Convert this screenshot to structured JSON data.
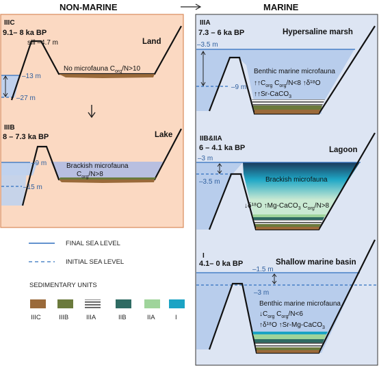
{
  "headers": {
    "left": "NON-MARINE",
    "right": "MARINE"
  },
  "colors": {
    "nonmarine_bg": "#fbd9c2",
    "marine_bg": "#dde5f3",
    "water": "#b8cdec",
    "final_line": "#2e6fbe",
    "unit_IIIC": "#9a6a3a",
    "unit_IIB": "#6b7a3c",
    "unit_IIA": "#9fd49b",
    "unit_IIB_dark": "#2f6b63",
    "unit_I": "#1ba3c4"
  },
  "panel_IIIC": {
    "stage": "IIIC",
    "age": "9.1– 8 ka BP",
    "sill": "sill –4.7 m",
    "title": "Land",
    "fauna": "No microfauna C",
    "fauna_sub": "org",
    "fauna_tail": "/N>10",
    "depth_final": "–13 m",
    "depth_initial": "–27 m"
  },
  "panel_IIB": {
    "stage": "IIIB",
    "age": "8 – 7.3 ka BP",
    "title": "Lake",
    "fauna": "Brackish microfauna",
    "ratio": "C",
    "ratio_sub": "org",
    "ratio_tail": "/N>8",
    "depth_final": "–9 m",
    "depth_initial": "–15 m"
  },
  "panel_IIIA": {
    "stage": "IIIA",
    "age": "7.3 – 6 ka BP",
    "title": "Hypersaline marsh",
    "fauna": "Benthic marine microfauna",
    "line1": "↑↑C",
    "line1_sub": "org",
    "line1_mid": "  C",
    "line1_sub2": "org",
    "line1_tail": "/N<8  ↑δ¹⁸O",
    "line2": "↑↑Sr-CaCO",
    "line2_sub": "3",
    "depth_final": "–3.5 m",
    "depth_initial": "–9 m"
  },
  "panel_IIA": {
    "stage": "IIB&IIA",
    "age": "6 – 4.1 ka BP",
    "title": "Lagoon",
    "fauna": "Brackish microfauna",
    "line1": "↓δ¹⁸O ↑Mg-CaCO",
    "line1_sub": "3",
    "line1_tail": " C",
    "line1_sub2": "org",
    "line1_tail2": "/N>8",
    "depth_final": "–3 m",
    "depth_initial": "–3.5 m"
  },
  "panel_I": {
    "stage": "I",
    "age": "4.1– 0 ka BP",
    "title": "Shallow marine basin",
    "fauna": "Benthic marine microfauna",
    "line1": "↓C",
    "line1_sub": "org",
    "line1_tail": " C",
    "line1_sub2": "org",
    "line1_tail2": "/N<6",
    "line2": "↑δ¹⁸O ↑Sr-Mg-CaCO",
    "line2_sub": "3",
    "depth_final": "–1.5 m",
    "depth_initial": "–3 m"
  },
  "legend": {
    "final": "FINAL SEA LEVEL",
    "initial": "INITIAL SEA LEVEL",
    "units_title": "SEDIMENTARY UNITS",
    "units": [
      "IIIC",
      "IIIB",
      "IIIA",
      "IIB",
      "IIA",
      "I"
    ]
  }
}
